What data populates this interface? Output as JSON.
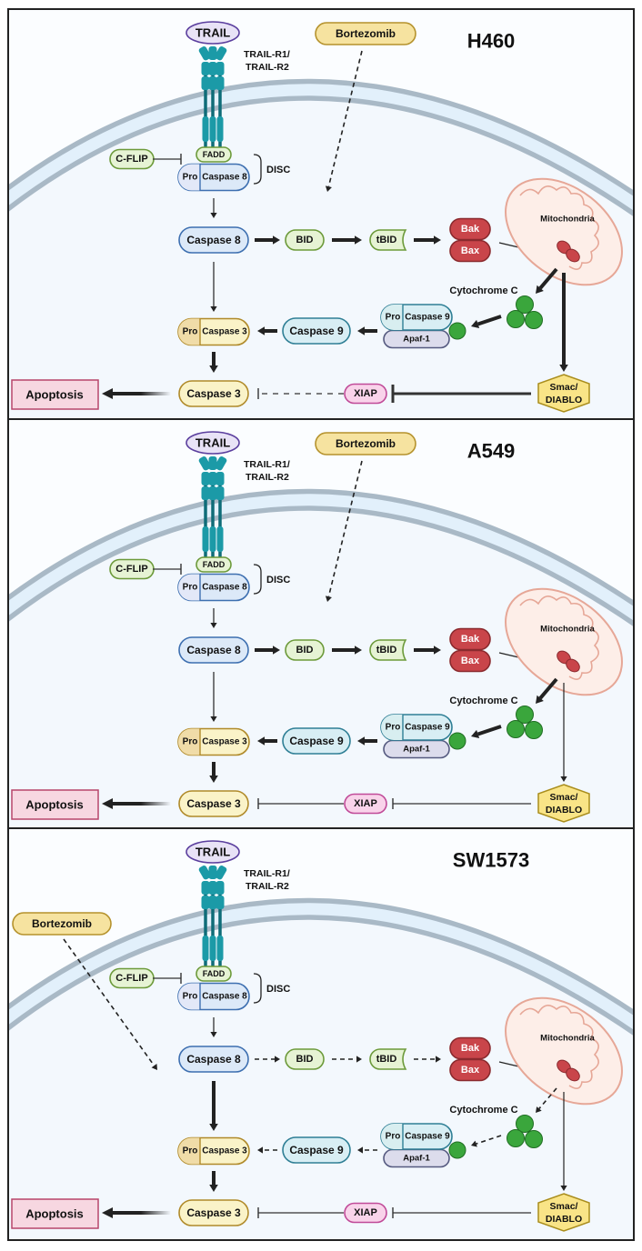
{
  "labels": {
    "trail": "TRAIL",
    "receptor_line1": "TRAIL-R1/",
    "receptor_line2": "TRAIL-R2",
    "cflip": "C-FLIP",
    "fadd": "FADD",
    "pro": "Pro",
    "caspase8": "Caspase 8",
    "disc": "DISC",
    "bortezomib": "Bortezomib",
    "bid": "BID",
    "tbid": "tBID",
    "bak": "Bak",
    "bax": "Bax",
    "mitochondria": "Mitochondria",
    "cytochrome_c": "Cytochrome C",
    "caspase9": "Caspase 9",
    "apaf1": "Apaf-1",
    "caspase3": "Caspase 3",
    "apoptosis": "Apoptosis",
    "xiap": "XIAP",
    "smac_line1": "Smac/",
    "smac_line2": "DIABLO"
  },
  "colors": {
    "receptor": "#1b9aa7",
    "receptor_dark": "#0f6c78",
    "membrane": "#a9b9c6",
    "membrane_inner": "#e2f0fb",
    "cytoplasm": "#f3f8fd",
    "caspase8_fill": "#dce9f8",
    "caspase8_stroke": "#3d6fb0",
    "green_fill": "#e6f3d4",
    "green_stroke": "#6c9a3a",
    "caspase3_fill": "#faf3c8",
    "caspase3_pro": "#f0dca8",
    "caspase3_stroke": "#b08a2a",
    "caspase9_fill": "#d8eef4",
    "caspase9_stroke": "#2f7f95",
    "apaf_fill": "#dcdcec",
    "bak_bax": "#c9454a",
    "cytc": "#3aa63c",
    "apoptosis_fill": "#f7d7e1",
    "apoptosis_stroke": "#b8456b",
    "xiap_fill": "#f9d3ea",
    "xiap_stroke": "#c04a98",
    "smac_fill": "#f9e487",
    "smac_stroke": "#a98d1c",
    "bortezomib_fill": "#f6e3a0",
    "bortezomib_stroke": "#b5922c",
    "trail_fill": "#e8e2f6",
    "trail_stroke": "#5b3f9e",
    "mito_fill": "#fdeee8",
    "mito_stroke": "#e6a797"
  },
  "panels": [
    {
      "cell_line": "H460",
      "bortezomib_side": "top-center",
      "edges": {
        "casp8_bid": "thick",
        "bid_tbid": "thick",
        "tbid_bak": "thick",
        "mito_cytc": "thick",
        "cytc_procasp9": "thick",
        "procasp9_casp9": "thick",
        "casp9_procasp3": "thick",
        "casp8_procasp3": "thin",
        "mito_smac": "thick",
        "smac_xiap": "thick-inhibit",
        "xiap_casp3": "dashed-inhibit"
      }
    },
    {
      "cell_line": "A549",
      "bortezomib_side": "top-center",
      "edges": {
        "casp8_bid": "thick",
        "bid_tbid": "thick",
        "tbid_bak": "thick",
        "mito_cytc": "thick",
        "cytc_procasp9": "thick",
        "procasp9_casp9": "thick",
        "casp9_procasp3": "thick",
        "casp8_procasp3": "thin",
        "mito_smac": "thin",
        "smac_xiap": "thin-inhibit",
        "xiap_casp3": "thin-inhibit"
      }
    },
    {
      "cell_line": "SW1573",
      "bortezomib_side": "left",
      "edges": {
        "casp8_bid": "dashed",
        "bid_tbid": "dashed",
        "tbid_bak": "dashed",
        "mito_cytc": "dashed",
        "cytc_procasp9": "dashed",
        "procasp9_casp9": "dashed",
        "casp9_procasp3": "dashed",
        "casp8_procasp3": "thick",
        "mito_smac": "thin",
        "smac_xiap": "thin-inhibit",
        "xiap_casp3": "thin-inhibit"
      }
    }
  ]
}
